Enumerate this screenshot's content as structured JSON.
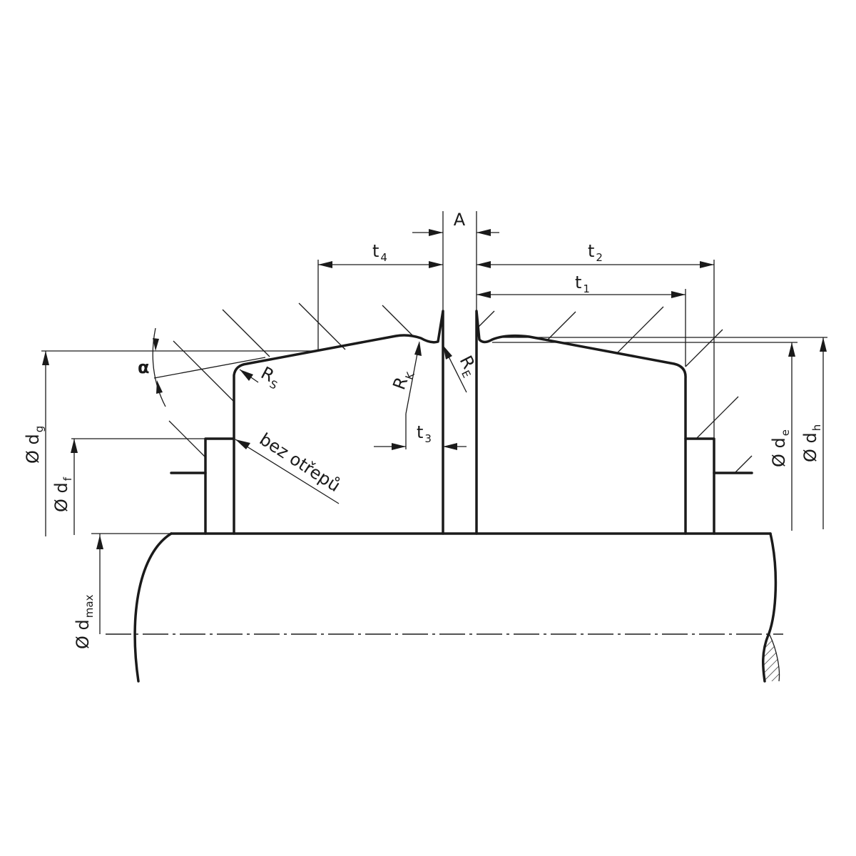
{
  "labels": {
    "A": "A",
    "t4_main": "t",
    "t4_sub": "4",
    "t2_main": "t",
    "t2_sub": "2",
    "t1_main": "t",
    "t1_sub": "1",
    "t3_main": "t",
    "t3_sub": "3",
    "alpha": "α",
    "rs_main": "R",
    "rs_sub": "S",
    "rk_main": "R",
    "rk_sub": "K",
    "re_main": "R",
    "re_sub": "E",
    "dg_main": "Ø d",
    "dg_sub": "g",
    "df_main": "Ø d",
    "df_sub": "f",
    "dmax_main": "Ø d",
    "dmax_sub": "max",
    "de_main": "Ø d",
    "de_sub": "e",
    "dh_main": "Ø d",
    "dh_sub": "h",
    "burr_note": "bez otřepů"
  }
}
